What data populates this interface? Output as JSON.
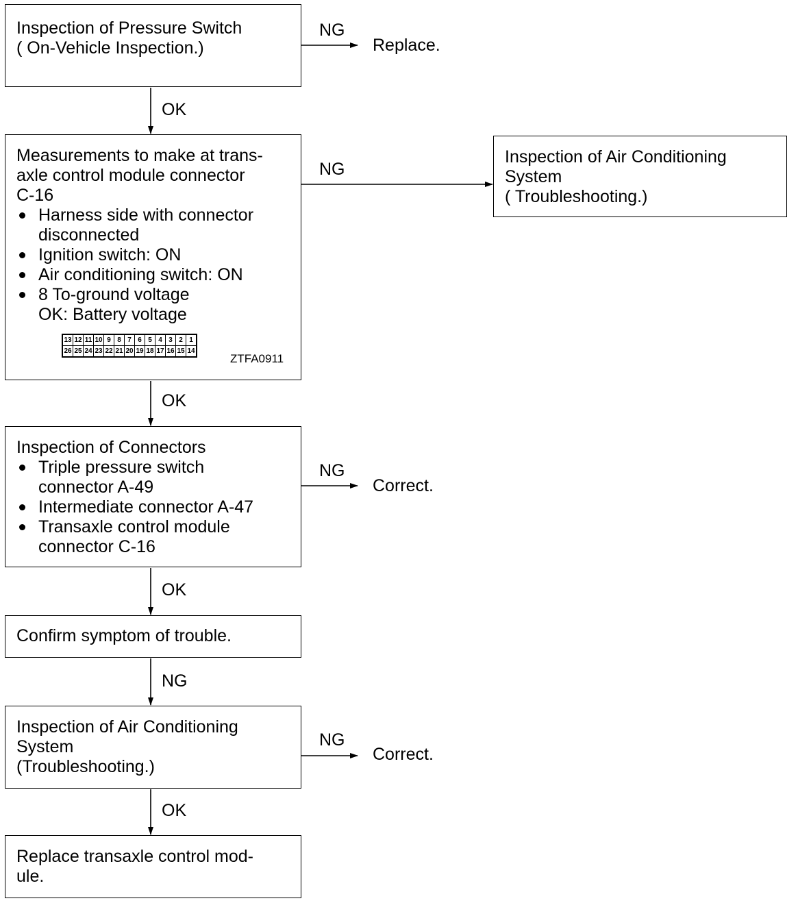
{
  "boxes": {
    "b1": {
      "lines": [
        "Inspection of Pressure Switch",
        "( On-Vehicle Inspection.)"
      ]
    },
    "b2": {
      "lines": [
        "Measurements to make at  trans-",
        "axle control module connector",
        "C-16"
      ],
      "bullets": [
        {
          "first": "Harness side with connector",
          "rest": [
            "disconnected"
          ]
        },
        {
          "first": "Ignition switch: ON",
          "rest": []
        },
        {
          "first": "Air conditioning switch: ON",
          "rest": []
        },
        {
          "first": "8 To-ground voltage",
          "rest": [
            "OK: Battery voltage"
          ]
        }
      ],
      "connector": {
        "top_row": [
          "13",
          "12",
          "11",
          "10",
          "9",
          "8",
          "7",
          "6",
          "5",
          "4",
          "3",
          "2",
          "1"
        ],
        "bottom_row": [
          "26",
          "25",
          "24",
          "23",
          "22",
          "21",
          "20",
          "19",
          "18",
          "17",
          "16",
          "15",
          "14"
        ],
        "code": "ZTFA0911"
      }
    },
    "b3": {
      "lines": [
        "Inspection of Connectors"
      ],
      "bullets": [
        {
          "first": "Triple pressure switch",
          "rest": [
            "connector A-49"
          ]
        },
        {
          "first": "Intermediate connector A-47",
          "rest": []
        },
        {
          "first": "Transaxle control module",
          "rest": [
            "connector C-16"
          ]
        }
      ]
    },
    "b4": {
      "lines": [
        "Confirm symptom of trouble."
      ]
    },
    "b5": {
      "lines": [
        "Inspection of Air Conditioning",
        "System",
        "(Troubleshooting.)"
      ]
    },
    "b6": {
      "lines": [
        "Replace transaxle control mod-",
        "ule."
      ]
    },
    "b7": {
      "lines": [
        "Inspection of Air Conditioning",
        "System",
        "( Troubleshooting.)"
      ]
    }
  },
  "labels": {
    "ng1": "NG",
    "ok1": "OK",
    "ng2": "NG",
    "ok2": "OK",
    "ng3": "NG",
    "ok3": "OK",
    "ng4": "NG",
    "ng5": "NG",
    "ok4": "OK"
  },
  "outcomes": {
    "replace": "Replace.",
    "correct1": "Correct.",
    "correct2": "Correct."
  }
}
